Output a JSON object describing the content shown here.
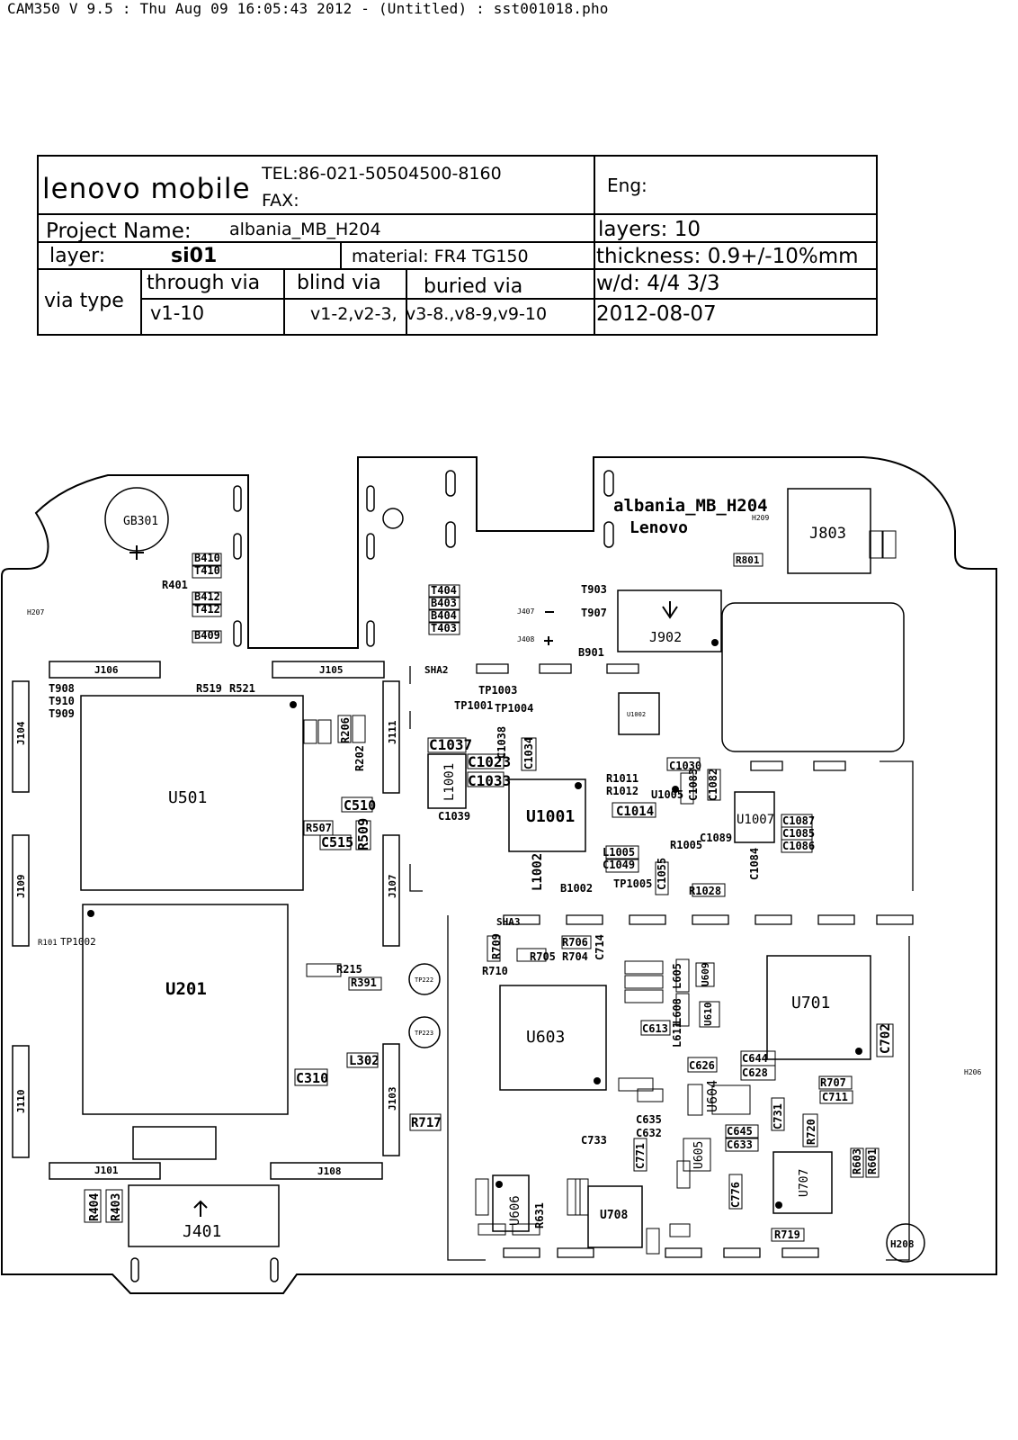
{
  "header": {
    "text": "CAM350 V 9.5 : Thu Aug 09 16:05:43 2012 - (Untitled) : sst001018.pho"
  },
  "title_block": {
    "company": "lenovo mobile",
    "tel": "TEL:86-021-50504500-8160",
    "fax": "FAX:",
    "eng": "Eng:",
    "project_label": "Project Name:",
    "project_value": "albania_MB_H204",
    "layers": "layers:  10",
    "layer_label": "layer:",
    "layer_value": "si01",
    "material": "material: FR4 TG150",
    "thickness": "thickness: 0.9+/-10%mm",
    "via_type": "via type",
    "through_via": "through via",
    "blind_via": "blind via",
    "buried_via": "buried via",
    "wd": "w/d: 4/4 3/3",
    "through_val": "v1-10",
    "blind_val": "v1-2,v2-3,",
    "buried_val": "v3-8.,v8-9,v9-10",
    "date": "2012-08-07"
  },
  "board": {
    "title": "albania_MB_H204",
    "brand": "Lenovo",
    "chips": [
      "U501",
      "U201",
      "U1001",
      "U603",
      "U701",
      "U707",
      "U708",
      "U606",
      "U1007",
      "J803",
      "J902",
      "J401"
    ],
    "connectors": [
      "J106",
      "J105",
      "J101",
      "J108",
      "J104",
      "J109",
      "J110",
      "J111",
      "J107",
      "J103"
    ],
    "holes": [
      "GB301",
      "H207",
      "H206",
      "H208",
      "H209"
    ],
    "shields": [
      "SHA2",
      "SHA3"
    ],
    "labels": [
      "B410",
      "T410",
      "B412",
      "T412",
      "R401",
      "B409",
      "T404",
      "B403",
      "B404",
      "T403",
      "T903",
      "T907",
      "B901",
      "TP1003",
      "TP1001",
      "TP1004",
      "C1037",
      "C1023",
      "C1033",
      "C1034",
      "C1038",
      "L1001",
      "C1039",
      "C1030",
      "C1083",
      "C1082",
      "C1014",
      "R1011",
      "R1012",
      "U1005",
      "L1002",
      "L1005",
      "C1049",
      "R1005",
      "R1028",
      "B1002",
      "TP1005",
      "C1055",
      "C1089",
      "C1084",
      "C1087",
      "C1085",
      "C1086",
      "C510",
      "C515",
      "R509",
      "R507",
      "R206",
      "R202",
      "R519",
      "R521",
      "T908",
      "T910",
      "T909",
      "R215",
      "R391",
      "L302",
      "C310",
      "R717",
      "R709",
      "R706",
      "R704",
      "C714",
      "R705",
      "R710",
      "L605",
      "L608",
      "C613",
      "L611",
      "U609",
      "U610",
      "C626",
      "C644",
      "C628",
      "C702",
      "R707",
      "C711",
      "C731",
      "R720",
      "R603",
      "R601",
      "C776",
      "R719",
      "C645",
      "C633",
      "C733",
      "C771",
      "U604",
      "U605",
      "C635",
      "C632",
      "R404",
      "R403",
      "R631",
      "R801",
      "TP222",
      "TP223",
      "R101",
      "TP1002",
      "J407",
      "J408",
      "U1002"
    ]
  }
}
